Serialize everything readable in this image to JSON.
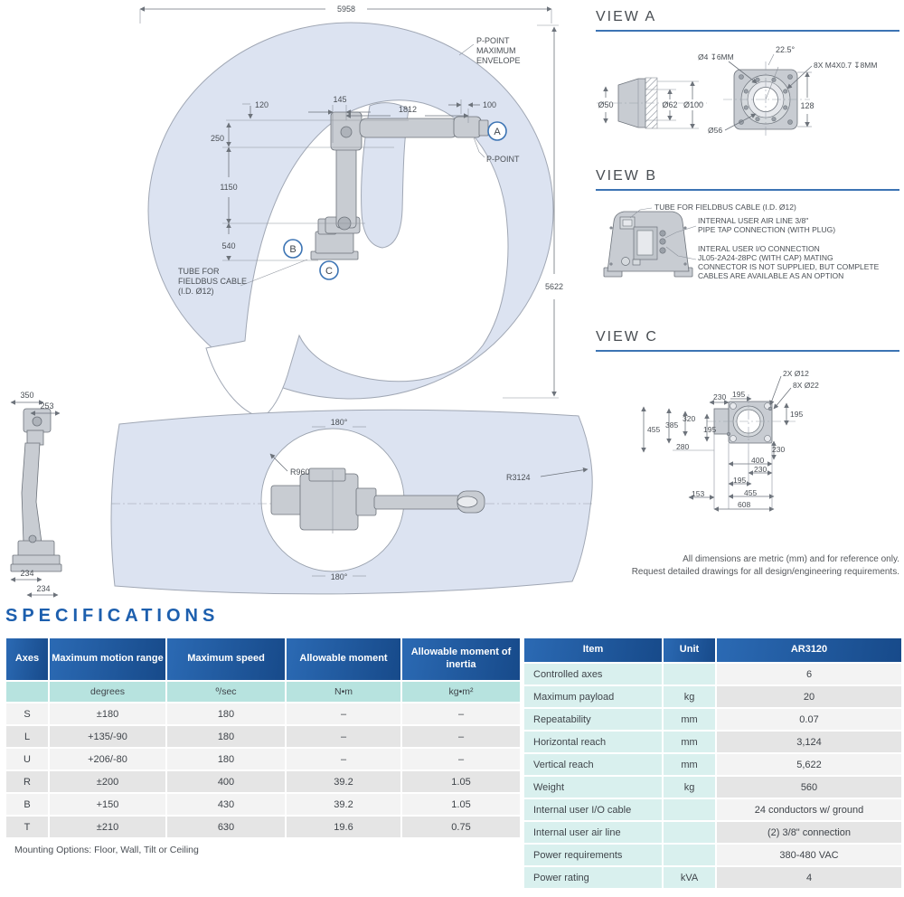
{
  "doc": {
    "note_line1": "All dimensions are metric (mm) and for reference only.",
    "note_line2": "Request detailed drawings for all design/engineering requirements."
  },
  "envelope": {
    "dim_width": "5958",
    "dim_height": "5622",
    "d120": "120",
    "d250": "250",
    "d1150": "1150",
    "d540": "540",
    "d145": "145",
    "d1812": "1812",
    "d100": "100",
    "env1": "P-POINT",
    "env2": "MAXIMUM",
    "env3": "ENVELOPE",
    "ppoint": "P-POINT",
    "tube1": "TUBE FOR",
    "tube2": "FIELDBUS CABLE",
    "tube3": "(I.D. Ø12)",
    "ca": "A",
    "cb": "B",
    "cc": "C"
  },
  "side_view": {
    "d350": "350",
    "d253": "253",
    "d234a": "234",
    "d234b": "234"
  },
  "top_view": {
    "deg_top": "180°",
    "deg_bot": "180°",
    "r960": "R960",
    "r3124": "R3124"
  },
  "view_a": {
    "title": "VIEW A",
    "hole": "Ø4 ↧6MM",
    "angle": "22.5°",
    "bolts": "8X M4X0.7 ↧8MM",
    "d50": "Ø50",
    "d62": "Ø62",
    "d100": "Ø100",
    "d56": "Ø56",
    "d128": "128"
  },
  "view_b": {
    "title": "VIEW B",
    "tube": "TUBE FOR FIELDBUS CABLE (I.D. Ø12)",
    "air1": "INTERNAL USER AIR LINE 3/8\"",
    "air2": "PIPE TAP CONNECTION (WITH PLUG)",
    "io1": "INTERAL USER I/O CONNECTION",
    "io2": "JL05-2A24-28PC (WITH CAP) MATING",
    "io3": "CONNECTOR IS NOT SUPPLIED, BUT COMPLETE",
    "io4": "CABLES ARE AVAILABLE AS AN OPTION"
  },
  "view_c": {
    "title": "VIEW C",
    "pins": "2X Ø12",
    "holes": "8X Ø22",
    "t230": "230",
    "t195": "195",
    "r195": "195",
    "l455": "455",
    "l385": "385",
    "l320": "320",
    "l195": "195",
    "l280": "280",
    "rr230": "230",
    "b400": "400",
    "b230": "230",
    "b195": "195",
    "b153": "153",
    "b455": "455",
    "b608": "608"
  },
  "specs": {
    "heading": "SPECIFICATIONS",
    "axes_table": {
      "h0": "Axes",
      "h1": "Maximum motion range",
      "h2": "Maximum speed",
      "h3": "Allowable moment",
      "h4": "Allowable moment of inertia",
      "u1": "degrees",
      "u2": "º/sec",
      "u3": "N•m",
      "u4": "kg•m²",
      "rows": [
        {
          "axis": "S",
          "range": "±180",
          "speed": "180",
          "moment": "–",
          "inertia": "–"
        },
        {
          "axis": "L",
          "range": "+135/-90",
          "speed": "180",
          "moment": "–",
          "inertia": "–"
        },
        {
          "axis": "U",
          "range": "+206/-80",
          "speed": "180",
          "moment": "–",
          "inertia": "–"
        },
        {
          "axis": "R",
          "range": "±200",
          "speed": "400",
          "moment": "39.2",
          "inertia": "1.05"
        },
        {
          "axis": "B",
          "range": "+150",
          "speed": "430",
          "moment": "39.2",
          "inertia": "1.05"
        },
        {
          "axis": "T",
          "range": "±210",
          "speed": "630",
          "moment": "19.6",
          "inertia": "0.75"
        }
      ],
      "footnote": "Mounting Options: Floor, Wall, Tilt or Ceiling"
    },
    "item_table": {
      "h0": "Item",
      "h1": "Unit",
      "h2": "AR3120",
      "rows": [
        {
          "item": "Controlled axes",
          "unit": "",
          "value": "6"
        },
        {
          "item": "Maximum payload",
          "unit": "kg",
          "value": "20"
        },
        {
          "item": "Repeatability",
          "unit": "mm",
          "value": "0.07"
        },
        {
          "item": "Horizontal reach",
          "unit": "mm",
          "value": "3,124"
        },
        {
          "item": "Vertical reach",
          "unit": "mm",
          "value": "5,622"
        },
        {
          "item": "Weight",
          "unit": "kg",
          "value": "560"
        },
        {
          "item": "Internal user I/O cable",
          "unit": "",
          "value": "24 conductors w/ ground"
        },
        {
          "item": "Internal user air line",
          "unit": "",
          "value": "(2) 3/8\" connection"
        },
        {
          "item": "Power requirements",
          "unit": "",
          "value": "380-480 VAC"
        },
        {
          "item": "Power rating",
          "unit": "kVA",
          "value": "4"
        }
      ]
    }
  }
}
